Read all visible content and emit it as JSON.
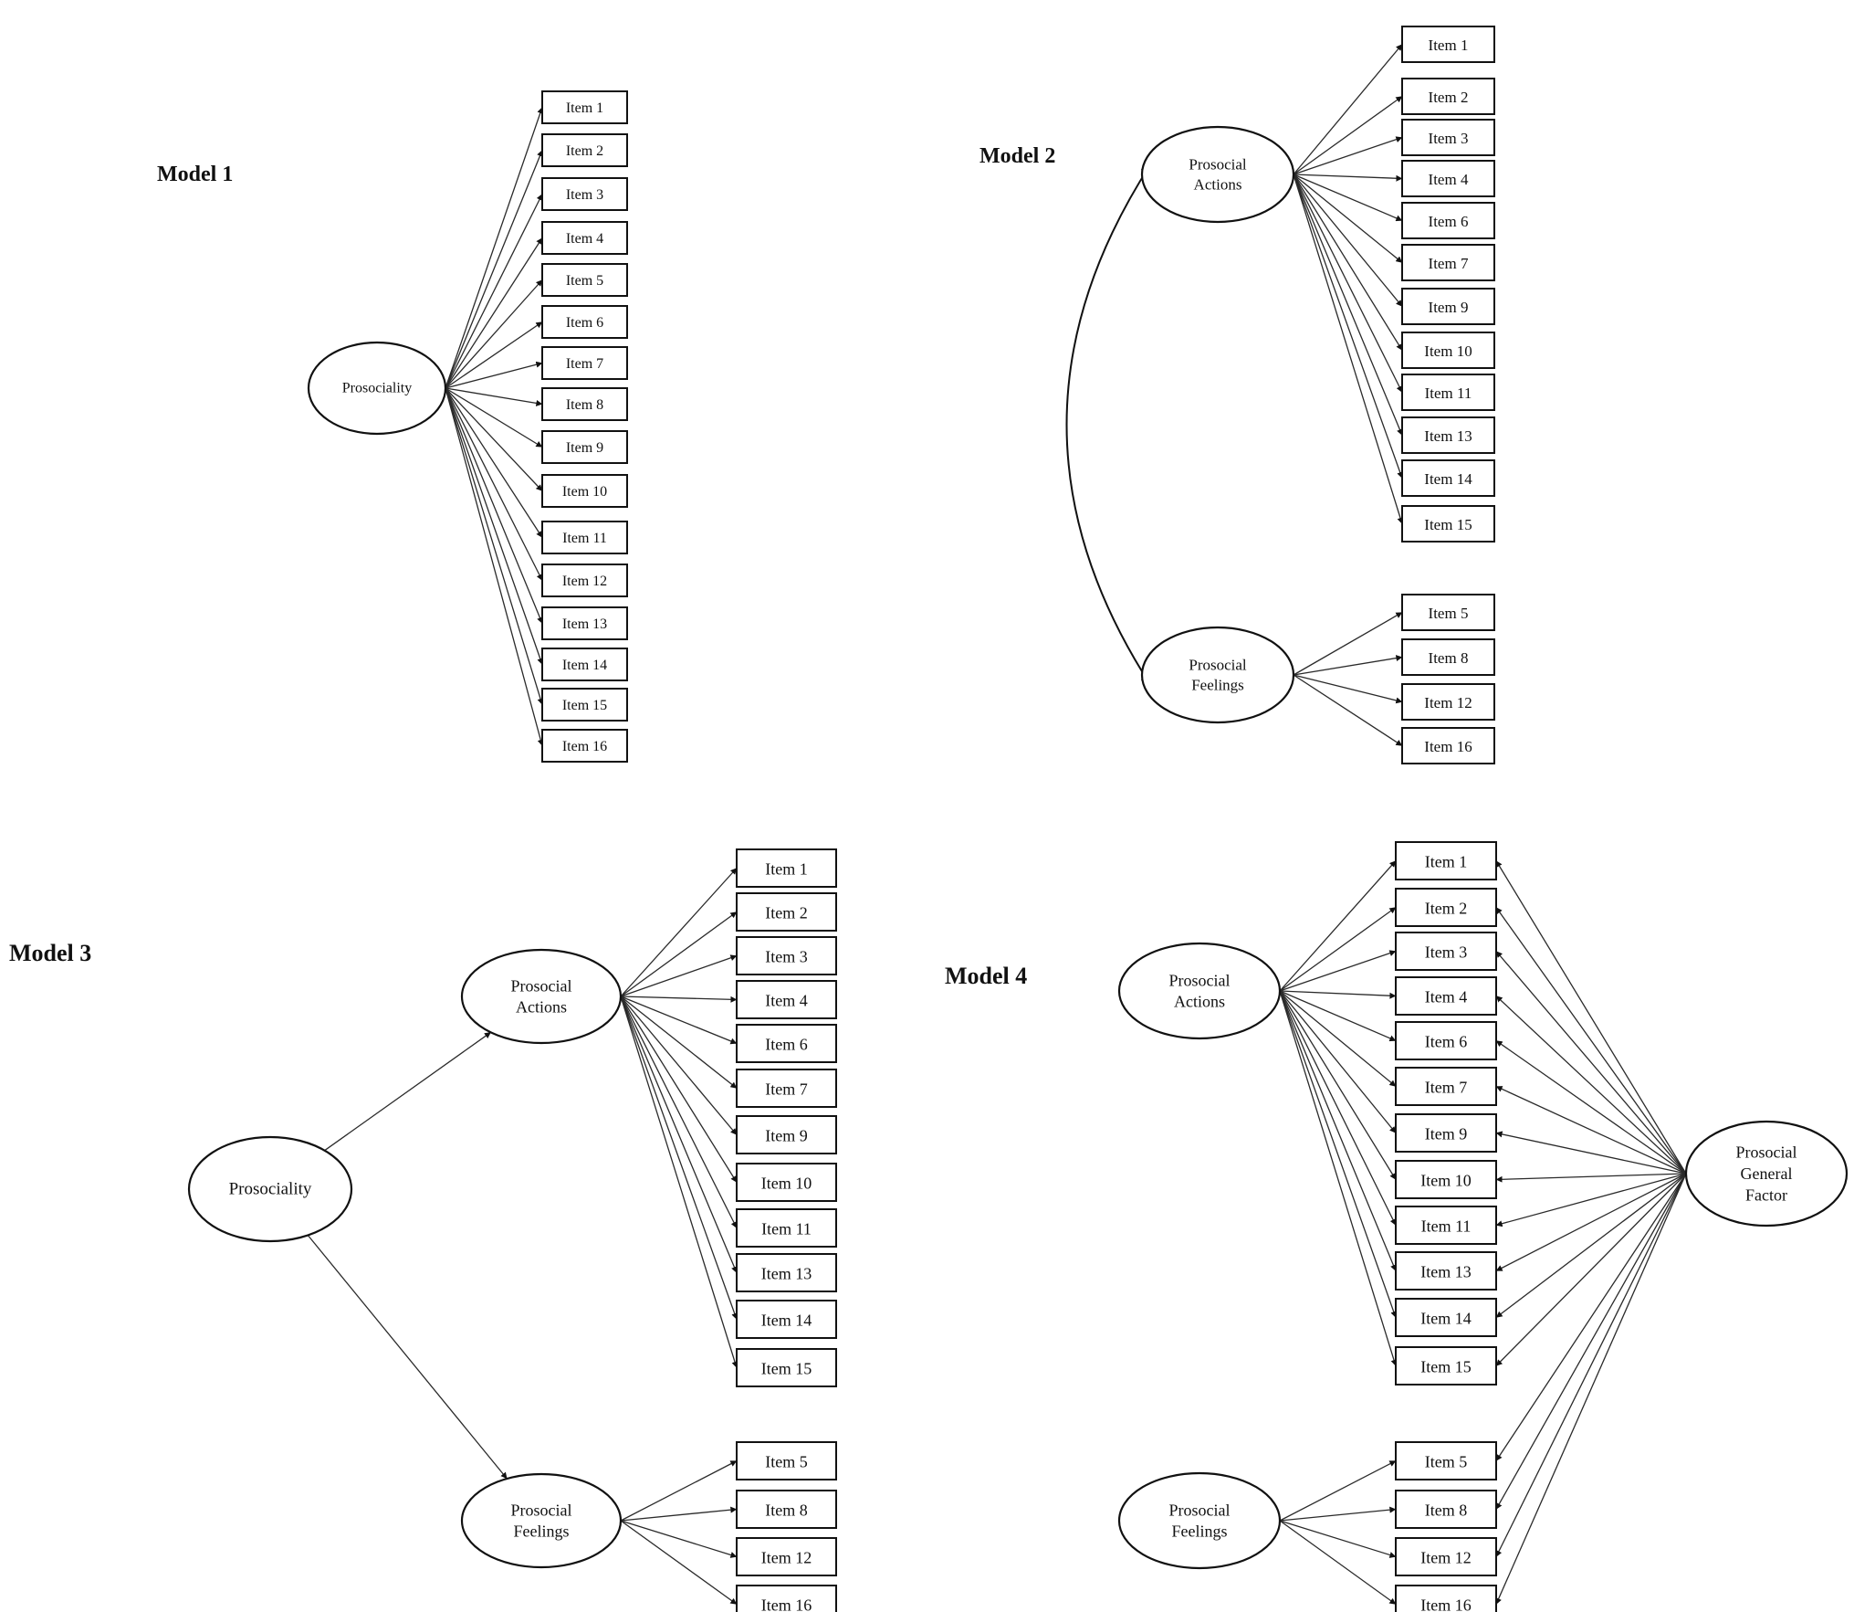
{
  "colors": {
    "ink": "#111111",
    "line": "#2a2a2a",
    "background": "#ffffff"
  },
  "models": [
    {
      "title": "Model 1",
      "factors": [
        {
          "id": "prosociality",
          "lines": [
            "Prosociality"
          ]
        }
      ],
      "items": [
        "Item 1",
        "Item 2",
        "Item 3",
        "Item 4",
        "Item 5",
        "Item 6",
        "Item 7",
        "Item 8",
        "Item 9",
        "Item 10",
        "Item 11",
        "Item 12",
        "Item 13",
        "Item 14",
        "Item 15",
        "Item 16"
      ],
      "loadings": [
        {
          "from": "prosociality",
          "items": [
            "Item 1",
            "Item 2",
            "Item 3",
            "Item 4",
            "Item 5",
            "Item 6",
            "Item 7",
            "Item 8",
            "Item 9",
            "Item 10",
            "Item 11",
            "Item 12",
            "Item 13",
            "Item 14",
            "Item 15",
            "Item 16"
          ]
        }
      ]
    },
    {
      "title": "Model 2",
      "factors": [
        {
          "id": "actions",
          "lines": [
            "Prosocial",
            "Actions"
          ]
        },
        {
          "id": "feelings",
          "lines": [
            "Prosocial",
            "Feelings"
          ]
        }
      ],
      "items": [
        "Item 1",
        "Item 2",
        "Item 3",
        "Item 4",
        "Item 6",
        "Item 7",
        "Item 9",
        "Item 10",
        "Item 11",
        "Item 13",
        "Item 14",
        "Item 15",
        "Item 5",
        "Item 8",
        "Item 12",
        "Item 16"
      ],
      "loadings": [
        {
          "from": "actions",
          "items": [
            "Item 1",
            "Item 2",
            "Item 3",
            "Item 4",
            "Item 6",
            "Item 7",
            "Item 9",
            "Item 10",
            "Item 11",
            "Item 13",
            "Item 14",
            "Item 15"
          ]
        },
        {
          "from": "feelings",
          "items": [
            "Item 5",
            "Item 8",
            "Item 12",
            "Item 16"
          ]
        }
      ],
      "correlations": [
        {
          "between": [
            "actions",
            "feelings"
          ]
        }
      ]
    },
    {
      "title": "Model 3",
      "factors": [
        {
          "id": "prosociality",
          "lines": [
            "Prosociality"
          ]
        },
        {
          "id": "actions",
          "lines": [
            "Prosocial",
            "Actions"
          ]
        },
        {
          "id": "feelings",
          "lines": [
            "Prosocial",
            "Feelings"
          ]
        }
      ],
      "items": [
        "Item 1",
        "Item 2",
        "Item 3",
        "Item 4",
        "Item 6",
        "Item 7",
        "Item 9",
        "Item 10",
        "Item 11",
        "Item 13",
        "Item 14",
        "Item 15",
        "Item 5",
        "Item 8",
        "Item 12",
        "Item 16"
      ],
      "loadings": [
        {
          "from": "prosociality",
          "to": [
            "actions",
            "feelings"
          ]
        },
        {
          "from": "actions",
          "items": [
            "Item 1",
            "Item 2",
            "Item 3",
            "Item 4",
            "Item 6",
            "Item 7",
            "Item 9",
            "Item 10",
            "Item 11",
            "Item 13",
            "Item 14",
            "Item 15"
          ]
        },
        {
          "from": "feelings",
          "items": [
            "Item 5",
            "Item 8",
            "Item 12",
            "Item 16"
          ]
        }
      ]
    },
    {
      "title": "Model 4",
      "factors": [
        {
          "id": "actions",
          "lines": [
            "Prosocial",
            "Actions"
          ]
        },
        {
          "id": "feelings",
          "lines": [
            "Prosocial",
            "Feelings"
          ]
        },
        {
          "id": "general",
          "lines": [
            "Prosocial",
            "General",
            "Factor"
          ]
        }
      ],
      "items": [
        "Item 1",
        "Item 2",
        "Item 3",
        "Item 4",
        "Item 6",
        "Item 7",
        "Item 9",
        "Item 10",
        "Item 11",
        "Item 13",
        "Item 14",
        "Item 15",
        "Item 5",
        "Item 8",
        "Item 12",
        "Item 16"
      ],
      "loadings": [
        {
          "from": "actions",
          "items": [
            "Item 1",
            "Item 2",
            "Item 3",
            "Item 4",
            "Item 6",
            "Item 7",
            "Item 9",
            "Item 10",
            "Item 11",
            "Item 13",
            "Item 14",
            "Item 15"
          ]
        },
        {
          "from": "feelings",
          "items": [
            "Item 5",
            "Item 8",
            "Item 12",
            "Item 16"
          ]
        },
        {
          "from": "general",
          "items": [
            "Item 1",
            "Item 2",
            "Item 3",
            "Item 4",
            "Item 6",
            "Item 7",
            "Item 9",
            "Item 10",
            "Item 11",
            "Item 13",
            "Item 14",
            "Item 15",
            "Item 5",
            "Item 8",
            "Item 12",
            "Item 16"
          ]
        }
      ]
    }
  ]
}
